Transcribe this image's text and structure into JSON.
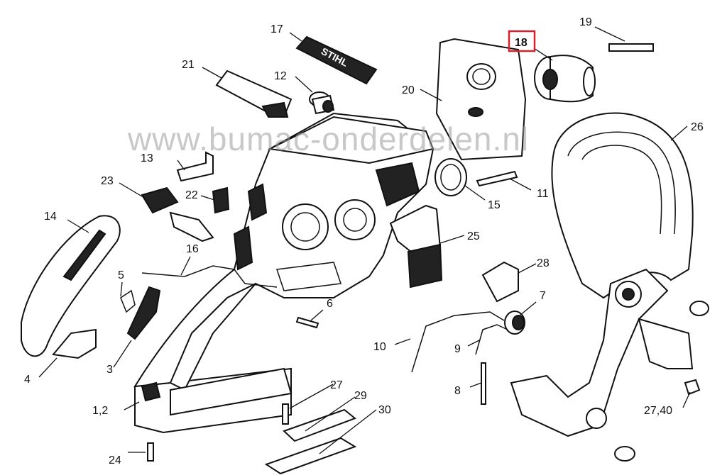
{
  "watermark": "www.bumac-onderdelen.nl",
  "decal_brand": "STIHL",
  "highlight": {
    "part": "18",
    "color": "#d6202a"
  },
  "parts": [
    {
      "id": "p1",
      "label": "1,2"
    },
    {
      "id": "p3",
      "label": "3"
    },
    {
      "id": "p4",
      "label": "4"
    },
    {
      "id": "p5",
      "label": "5"
    },
    {
      "id": "p6",
      "label": "6"
    },
    {
      "id": "p7",
      "label": "7"
    },
    {
      "id": "p8",
      "label": "8"
    },
    {
      "id": "p9",
      "label": "9"
    },
    {
      "id": "p10",
      "label": "10"
    },
    {
      "id": "p11",
      "label": "11"
    },
    {
      "id": "p12",
      "label": "12"
    },
    {
      "id": "p13",
      "label": "13"
    },
    {
      "id": "p14",
      "label": "14"
    },
    {
      "id": "p15",
      "label": "15"
    },
    {
      "id": "p16",
      "label": "16"
    },
    {
      "id": "p17",
      "label": "17"
    },
    {
      "id": "p18",
      "label": "18"
    },
    {
      "id": "p19",
      "label": "19"
    },
    {
      "id": "p20",
      "label": "20"
    },
    {
      "id": "p21",
      "label": "21"
    },
    {
      "id": "p22",
      "label": "22"
    },
    {
      "id": "p23",
      "label": "23"
    },
    {
      "id": "p24",
      "label": "24"
    },
    {
      "id": "p25",
      "label": "25"
    },
    {
      "id": "p26",
      "label": "26"
    },
    {
      "id": "p27",
      "label": "27"
    },
    {
      "id": "p2740",
      "label": "27,40"
    },
    {
      "id": "p28",
      "label": "28"
    },
    {
      "id": "p29",
      "label": "29"
    },
    {
      "id": "p30",
      "label": "30"
    }
  ]
}
